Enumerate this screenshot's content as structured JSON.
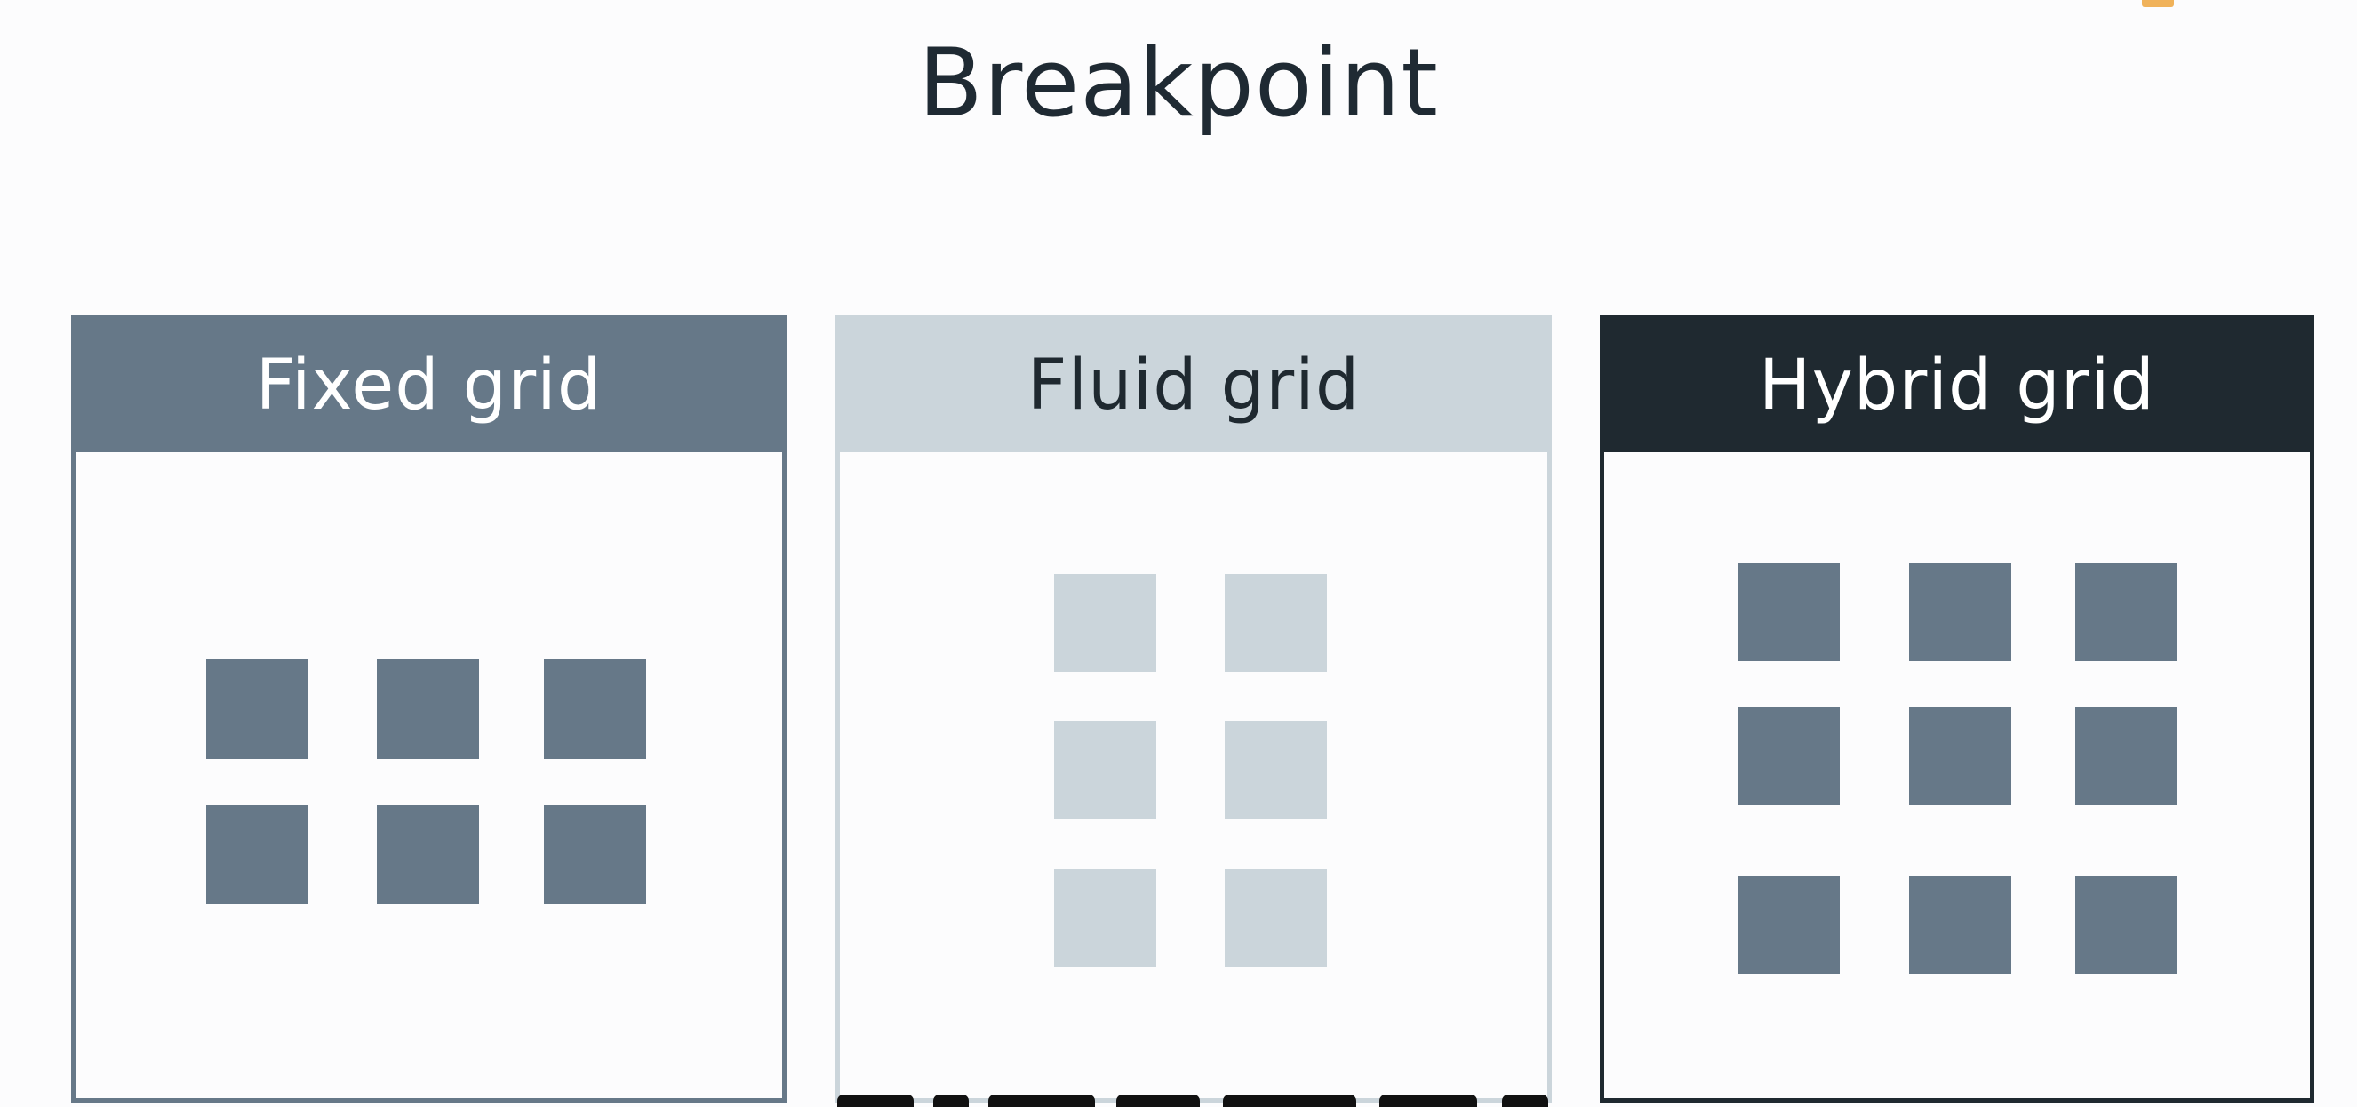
{
  "title": "Breakpoint",
  "colors": {
    "slate": "#667888",
    "light": "#cbd5db",
    "dark": "#1f2930",
    "white": "#ffffff"
  },
  "panels": [
    {
      "label": "Fixed grid",
      "style": "fixed",
      "rows": 2,
      "columns": 3
    },
    {
      "label": "Fluid grid",
      "style": "fluid",
      "rows": 3,
      "columns": 2
    },
    {
      "label": "Hybrid grid",
      "style": "hybrid",
      "rows": 3,
      "columns": 3
    }
  ]
}
